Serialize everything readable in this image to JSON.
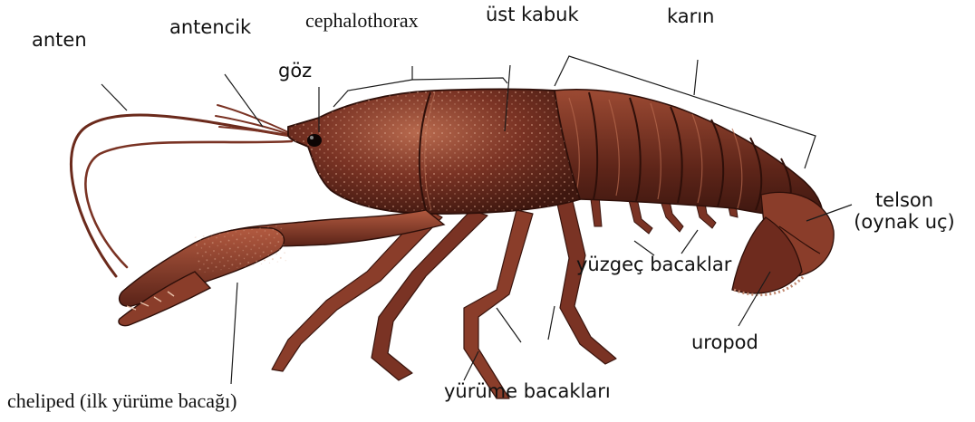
{
  "labels": {
    "anten": "anten",
    "antencik": "antencik",
    "cephalothorax": "cephalothorax",
    "ust_kabuk": "üst kabuk",
    "karin": "karın",
    "goz": "göz",
    "telson_line1": "telson",
    "telson_line2": "(oynak uç)",
    "yuzgec_bacaklar": "yüzgeç bacaklar",
    "uropod": "uropod",
    "cheliped": "cheliped (ilk yürüme bacağı)",
    "yurume_bacaklari": "yürüme bacakları"
  },
  "colors": {
    "background": "#ffffff",
    "text": "#111111",
    "leader_line": "#1a1a1a",
    "body_dark": "#4a1e14",
    "body_mid": "#7a3324",
    "body_light": "#a5523a",
    "shell_highlight": "#c07a5e"
  }
}
